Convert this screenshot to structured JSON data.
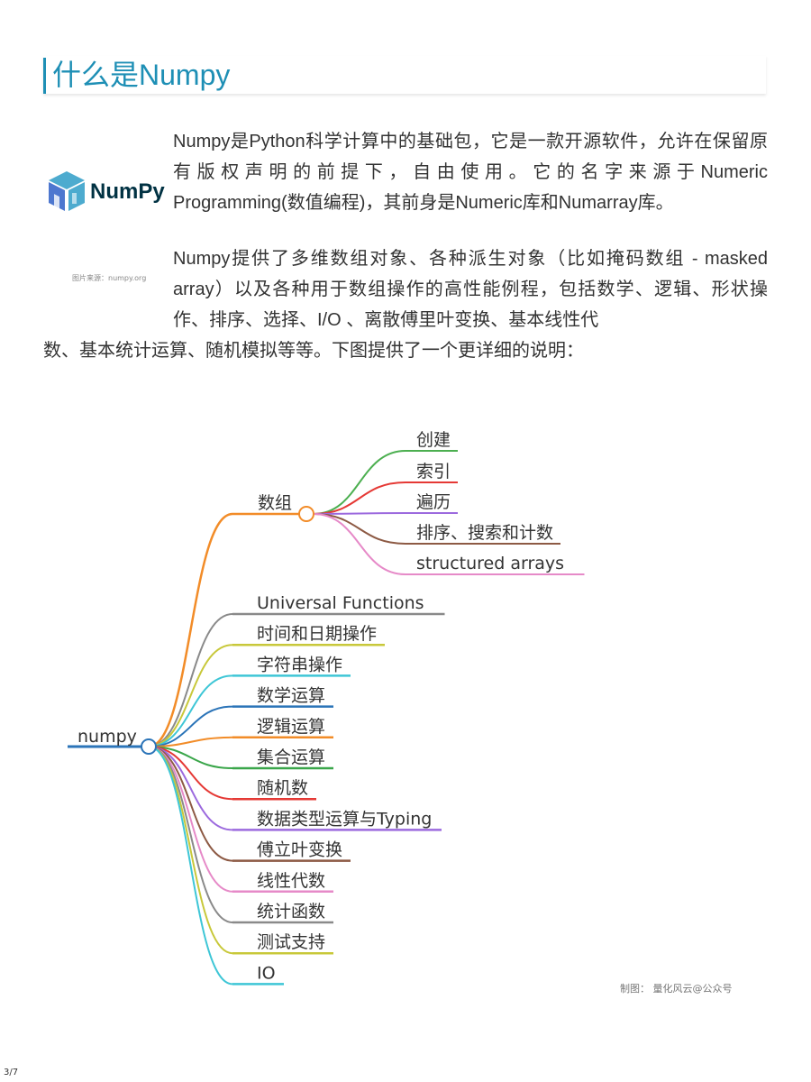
{
  "title": "什么是Numpy",
  "logo": {
    "word": "NumPy",
    "caption": "图片来源：numpy.org"
  },
  "paragraphs": {
    "p1": "Numpy是Python科学计算中的基础包，它是一款开源软件，允许在保留原有版权声明的前提下，自由使用。它的名字来源于Numeric Programming(数值编程)，其前身是Numeric库和Numarray库。",
    "p2a": "Numpy提供了多维数组对象、各种派生对象（比如掩码数组 - masked array）以及各种用于数组操作的高性能例程，包括数学、逻辑、形状操作、排序、选择、I/O 、离散傅里叶变换、基本线性代",
    "p2b": "数、基本统计运算、随机模拟等等。下图提供了一个更详细的说明："
  },
  "mindmap": {
    "root": "numpy",
    "array_node": "数组",
    "array_children": [
      {
        "label": "创建",
        "color": "#4caf50"
      },
      {
        "label": "索引",
        "color": "#e53935"
      },
      {
        "label": "遍历",
        "color": "#9c6ade"
      },
      {
        "label": "排序、搜索和计数",
        "color": "#8d5a44"
      },
      {
        "label": "structured arrays",
        "color": "#e68ac8"
      }
    ],
    "array_color": "#f28c28",
    "branches": [
      {
        "label": "Universal Functions",
        "color": "#8a8a8a"
      },
      {
        "label": "时间和日期操作",
        "color": "#c8c83a"
      },
      {
        "label": "字符串操作",
        "color": "#3ec6d6"
      },
      {
        "label": "数学运算",
        "color": "#2b74b8"
      },
      {
        "label": "逻辑运算",
        "color": "#f28c28"
      },
      {
        "label": "集合运算",
        "color": "#3aa64a"
      },
      {
        "label": "随机数",
        "color": "#e53935"
      },
      {
        "label": "数据类型运算与Typing",
        "color": "#9c6ade"
      },
      {
        "label": "傅立叶变换",
        "color": "#8d5a44"
      },
      {
        "label": "线性代数",
        "color": "#e68ac8"
      },
      {
        "label": "统计函数",
        "color": "#8a8a8a"
      },
      {
        "label": "测试支持",
        "color": "#c8c83a"
      },
      {
        "label": "IO",
        "color": "#3ec6d6"
      }
    ],
    "root_color": "#2b74b8"
  },
  "credit": "制图： 量化风云@公众号",
  "page_number": "3/7"
}
